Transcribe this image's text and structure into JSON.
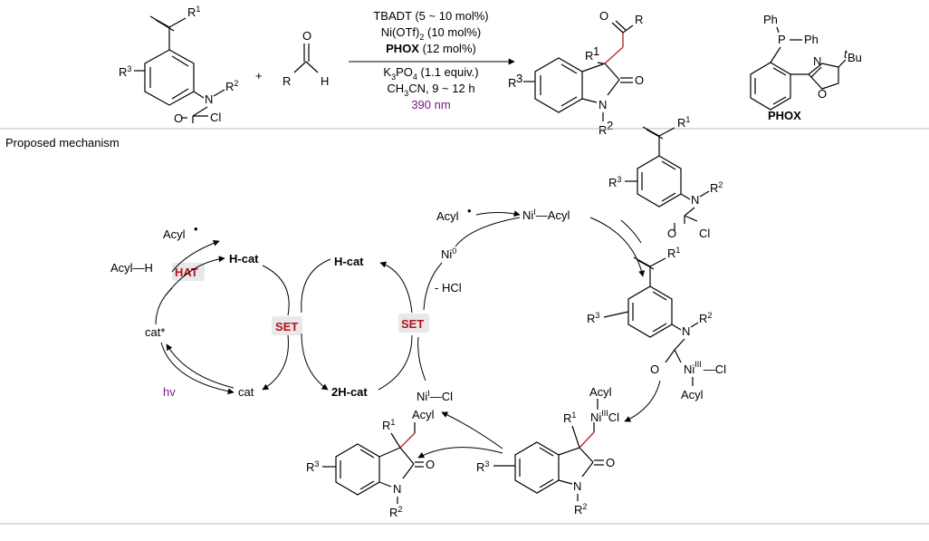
{
  "reaction": {
    "conditions": [
      "TBADT (5 ~ 10 mol%)",
      "Ni(OTf)",
      "PHOX",
      "K",
      "CH",
      "390 nm"
    ],
    "cond_ni_rest": " (10 mol%)",
    "cond_phox_rest": " (12 mol%)",
    "cond_k_rest1": "PO",
    "cond_k_rest2": " (1.1 equiv.)",
    "cond_ch_rest1": "CN, 9 ~ 12 h",
    "plus": "+",
    "ligand_label": "PHOX"
  },
  "atoms": {
    "R": "R",
    "R1": "R",
    "R2": "R",
    "R3": "R",
    "sup1": "1",
    "sup2": "2",
    "sup3": "3",
    "N": "N",
    "O": "O",
    "Cl": "Cl",
    "H": "H",
    "P": "P",
    "Ph": "Ph",
    "tBu_t": "t",
    "tBu": "Bu",
    "sub2": "2",
    "sub3": "3",
    "sub4": "4"
  },
  "mechanism": {
    "heading": "Proposed mechanism",
    "hat": "HAT",
    "set": "SET",
    "acyl_h": "Acyl—H",
    "acyl_radical": "Acyl",
    "hcat": "H-cat",
    "cat_star": "cat*",
    "cat": "cat",
    "hv": "hv",
    "two_hcat": "2H-cat",
    "ni0": "Ni",
    "ni0_sup": "0",
    "hcl": "- HCl",
    "ni1_acyl": "Ni",
    "ni1_sup": "I",
    "acyl_text": "—Acyl",
    "ni1_cl": "Ni",
    "cl_text": "—Cl",
    "ni3": "Ni",
    "ni3_sup": "III",
    "acyl_word": "Acyl",
    "cl_word": "Cl"
  }
}
